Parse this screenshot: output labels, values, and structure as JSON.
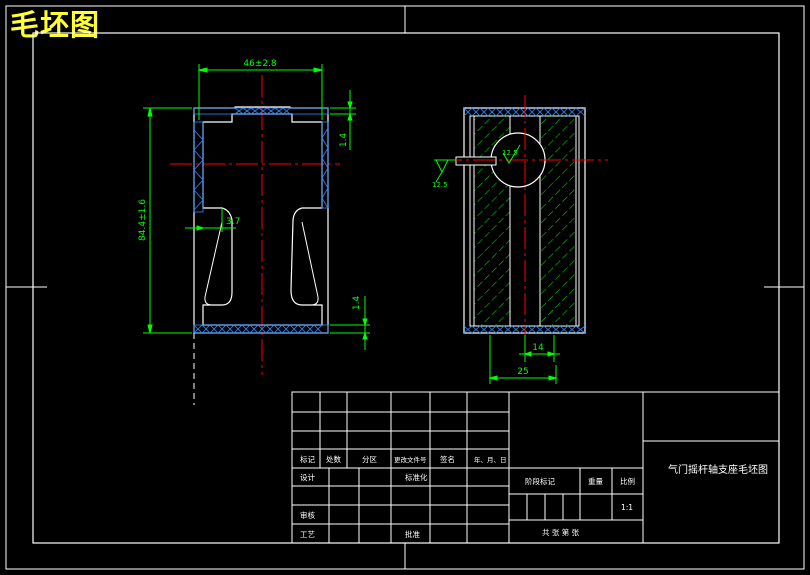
{
  "title": "毛坯图",
  "colors": {
    "background": "#000000",
    "frame": "#ffffff",
    "outline": "#ffffff",
    "dimension": "#00ff00",
    "centerline": "#ff0000",
    "hatch_cross": "#2a8cff",
    "section_hatch": "#00cc00",
    "title_text": "#ffff33"
  },
  "dimensions": {
    "width": "46±2.8",
    "height": "84.4±1.6",
    "allowance_top": "1.4",
    "allowance_bottom": "1.4",
    "chamfer": "3.7",
    "hole_roughness": "12.5",
    "surface_roughness": "12.5",
    "dim_14": "14",
    "dim_25": "25"
  },
  "title_block": {
    "drawing_name": "气门摇杆轴支座毛坯图",
    "headers": [
      "标记",
      "处数",
      "分区",
      "更改文件号",
      "签名",
      "年、月、日"
    ],
    "design": "设计",
    "standardization": "标准化",
    "review": "审核",
    "process": "工艺",
    "approve": "批准",
    "stage_mark": "阶段标记",
    "weight": "重量",
    "scale_label": "比例",
    "scale_value": "1:1",
    "sheet": "共   张   第   张"
  }
}
